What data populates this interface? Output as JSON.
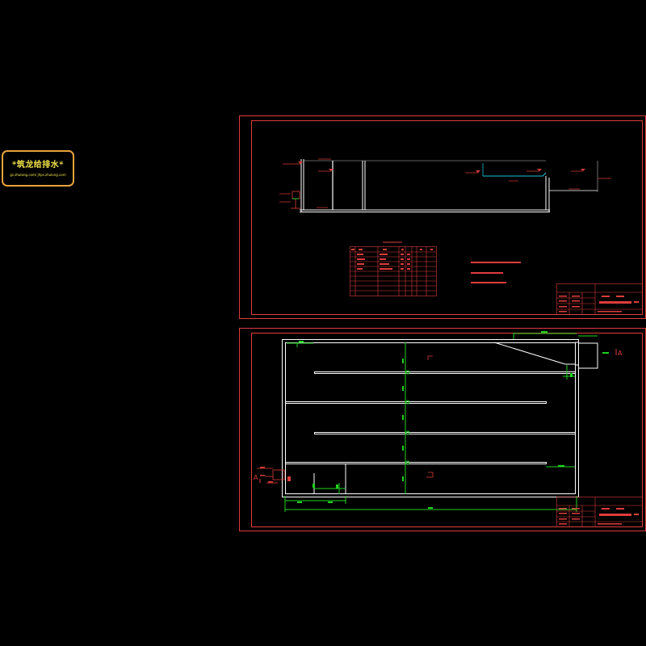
{
  "logo": {
    "title": "*筑龙给排水*",
    "subtitle": "gs.zhulong.com/ jhps.zhulong.com"
  },
  "colors": {
    "background": "#000000",
    "frame": "#e03c3c",
    "wall": "#ffffff",
    "dimension": "#1fd31f",
    "water": "#19c2d6",
    "logo_border": "#e8a33a",
    "logo_text": "#f2e24a"
  },
  "sheets": [
    {
      "name": "section-sheet",
      "content": "tank-section-with-equipment-table"
    },
    {
      "name": "plan-sheet",
      "content": "tank-plan-with-baffles"
    }
  ],
  "plan": {
    "section_marker": "A"
  },
  "icons": [
    "section-arrow-icon",
    "section-corner-mark-icon"
  ]
}
